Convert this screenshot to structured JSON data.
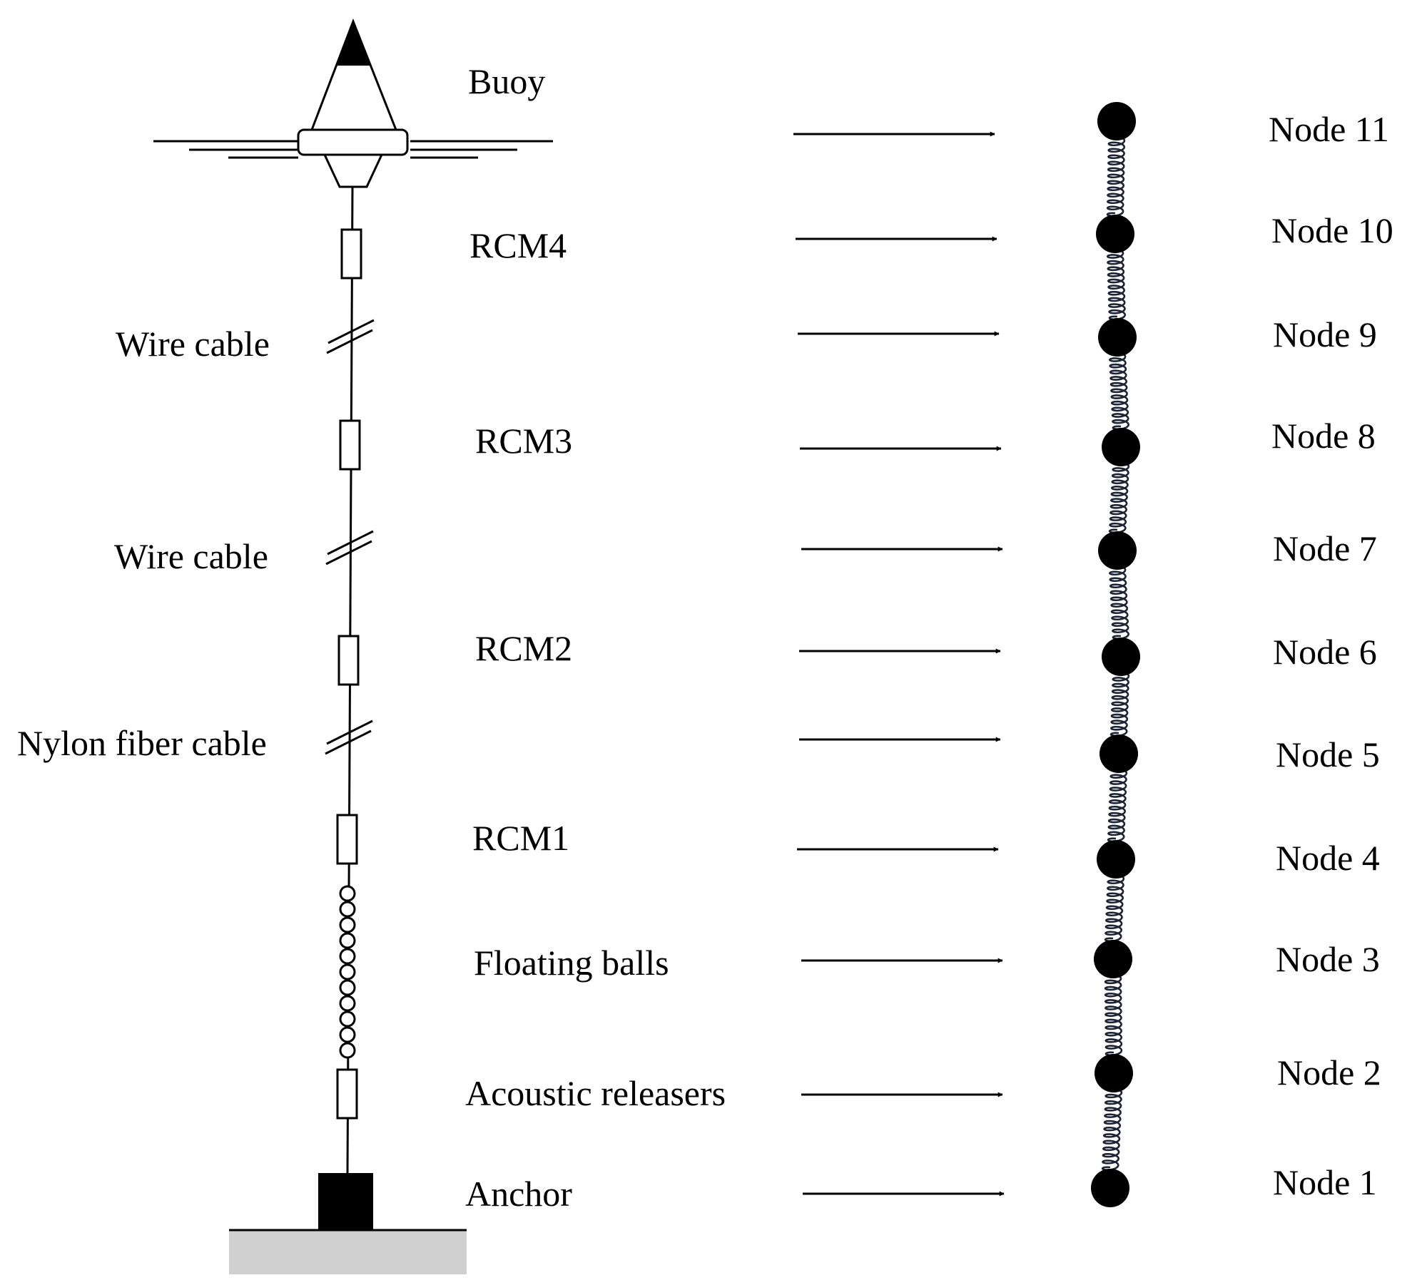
{
  "components": [
    {
      "id": "buoy",
      "label": "Buoy"
    },
    {
      "id": "rcm4",
      "label": "RCM4"
    },
    {
      "id": "rcm3",
      "label": "RCM3"
    },
    {
      "id": "rcm2",
      "label": "RCM2"
    },
    {
      "id": "rcm1",
      "label": "RCM1"
    },
    {
      "id": "floating-balls",
      "label": "Floating balls"
    },
    {
      "id": "acoustic-releasers",
      "label": "Acoustic releasers"
    },
    {
      "id": "anchor",
      "label": "Anchor"
    }
  ],
  "cables": [
    {
      "id": "wire-cable-upper",
      "label": "Wire cable"
    },
    {
      "id": "wire-cable-lower",
      "label": "Wire cable"
    },
    {
      "id": "nylon-fiber-cable",
      "label": "Nylon fiber cable"
    }
  ],
  "nodes": [
    {
      "label": "Node 11"
    },
    {
      "label": "Node 10"
    },
    {
      "label": "Node 9"
    },
    {
      "label": "Node 8"
    },
    {
      "label": "Node 7"
    },
    {
      "label": "Node 6"
    },
    {
      "label": "Node 5"
    },
    {
      "label": "Node 4"
    },
    {
      "label": "Node 3"
    },
    {
      "label": "Node 2"
    },
    {
      "label": "Node 1"
    }
  ],
  "colors": {
    "line": "#000000",
    "spring": "#1c2436",
    "seabed": "#d0d0d0"
  }
}
